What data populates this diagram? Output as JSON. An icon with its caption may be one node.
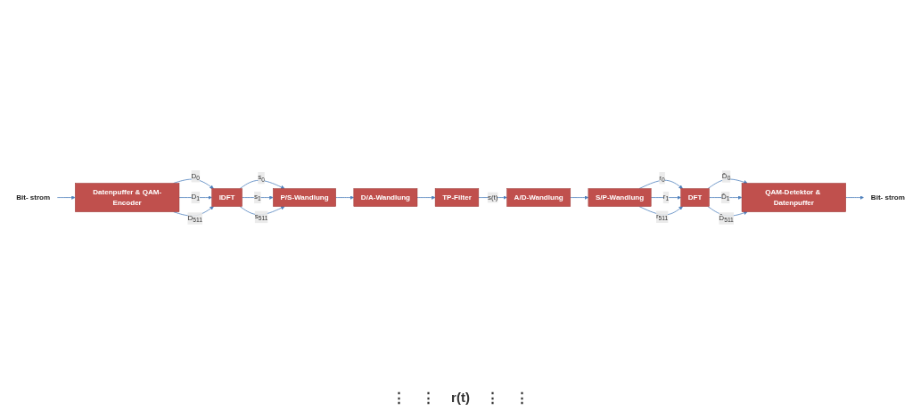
{
  "diagram": {
    "nodes": [
      {
        "text": [
          "Bit- strom"
        ]
      },
      {
        "text": [
          "Datenpuffer & QAM-Encoder"
        ]
      },
      {
        "text": [
          "IDFT"
        ]
      },
      {
        "text": [
          "P/S-Wandlung"
        ]
      },
      {
        "text": [
          "D/A-Wandlung"
        ]
      },
      {
        "text": [
          "TP-Filter"
        ]
      },
      {
        "text": [
          "A/D-Wandlung"
        ]
      },
      {
        "text": [
          "S/P-Wandlung"
        ]
      },
      {
        "text": [
          "DFT"
        ]
      },
      {
        "text": [
          "QAM-Detektor & Datenpuffer"
        ]
      },
      {
        "text": [
          "Bit- strom"
        ]
      }
    ],
    "edges": [
      {
        "from": 0,
        "to": 1,
        "arrow": "to"
      },
      {
        "from": 1,
        "to": 2,
        "arrow": "to",
        "label": "D$_{0}$"
      },
      {
        "from": 1,
        "to": 2,
        "arrow": "to",
        "label": "D$_{1}$"
      },
      {
        "from": 1,
        "to": 2,
        "arrow": "to",
        "label": "D$_{511}$"
      },
      {
        "from": 2,
        "to": 3,
        "arrow": "to",
        "label": "s$_{0}$"
      },
      {
        "from": 2,
        "to": 3,
        "arrow": "to",
        "label": "s$_{1}$"
      },
      {
        "from": 2,
        "to": 3,
        "arrow": "to",
        "label": "s$_{511}$"
      },
      {
        "from": 3,
        "to": 4,
        "arrow": "to"
      },
      {
        "from": 4,
        "to": 5,
        "arrow": "to"
      },
      {
        "from": 5,
        "to": 6,
        "arrow": "to",
        "label": "s(t)"
      },
      {
        "from": 6,
        "to": 7,
        "arrow": "to"
      },
      {
        "from": 7,
        "to": 8,
        "arrow": "to",
        "label": "r$_{0}$"
      },
      {
        "from": 7,
        "to": 8,
        "arrow": "to",
        "label": "r$_{1}$"
      },
      {
        "from": 7,
        "to": 8,
        "arrow": "to",
        "label": "r$_{511}$"
      },
      {
        "from": 8,
        "to": 9,
        "arrow": "to",
        "label": "D̂$_{0}$"
      },
      {
        "from": 8,
        "to": 9,
        "arrow": "to",
        "label": "D̂$_{1}$"
      },
      {
        "from": 8,
        "to": 9,
        "arrow": "to",
        "label": "D̂$_{511}$"
      },
      {
        "from": 9,
        "to": 10,
        "arrow": "to"
      }
    ],
    "labels": [
      "⋮",
      "⋮",
      "r(t)",
      "⋮",
      "⋮"
    ]
  }
}
